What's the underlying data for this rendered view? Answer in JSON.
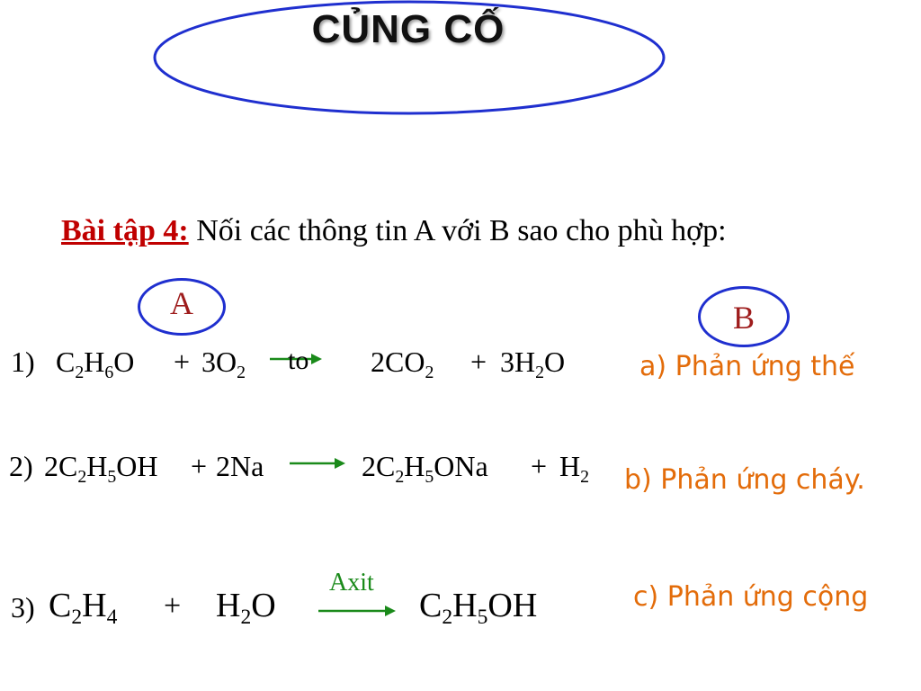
{
  "slide": {
    "title": "CỦNG CỐ",
    "task_label": "Bài tập 4:",
    "task_text": " Nối các thông tin A với B sao cho phù hợp:",
    "col_a": "A",
    "col_b": "B"
  },
  "equations": [
    {
      "num": "1)",
      "left": [
        {
          "t": "C"
        },
        {
          "s": "2"
        },
        {
          "t": "H"
        },
        {
          "s": "6"
        },
        {
          "t": "O"
        }
      ],
      "plus1": "+",
      "left2": [
        {
          "t": "3O"
        },
        {
          "s": "2"
        }
      ],
      "cond": "to",
      "right": [
        {
          "t": "2CO"
        },
        {
          "s": "2"
        }
      ],
      "plus2": "+",
      "right2": [
        {
          "t": "3H"
        },
        {
          "s": "2"
        },
        {
          "t": "O"
        }
      ]
    },
    {
      "num": "2)",
      "left": [
        {
          "t": "2C"
        },
        {
          "s": "2"
        },
        {
          "t": "H"
        },
        {
          "s": "5"
        },
        {
          "t": "OH"
        }
      ],
      "plus1": "+",
      "left2": [
        {
          "t": "2Na"
        }
      ],
      "right": [
        {
          "t": "2C"
        },
        {
          "s": "2"
        },
        {
          "t": "H"
        },
        {
          "s": "5"
        },
        {
          "t": "ONa"
        }
      ],
      "plus2": "+",
      "right2": [
        {
          "t": "H"
        },
        {
          "s": "2"
        }
      ]
    },
    {
      "num": "3)",
      "left": [
        {
          "t": "C"
        },
        {
          "s": "2"
        },
        {
          "t": "H"
        },
        {
          "s": "4"
        }
      ],
      "plus1": "+",
      "left2": [
        {
          "t": "H"
        },
        {
          "s": "2"
        },
        {
          "t": "O"
        }
      ],
      "cond": "Axit",
      "right": [
        {
          "t": "C"
        },
        {
          "s": "2"
        },
        {
          "t": "H"
        },
        {
          "s": "5"
        },
        {
          "t": "OH"
        }
      ]
    }
  ],
  "options": [
    "a) Phản ứng thế",
    "b) Phản ứng cháy.",
    "c) Phản ứng cộng"
  ],
  "colors": {
    "ellipse": "#1f2fcf",
    "task_label": "#c00000",
    "option_text": "#e36c0a",
    "arrow": "#1a8a1a",
    "axit": "#1a8a1a"
  }
}
